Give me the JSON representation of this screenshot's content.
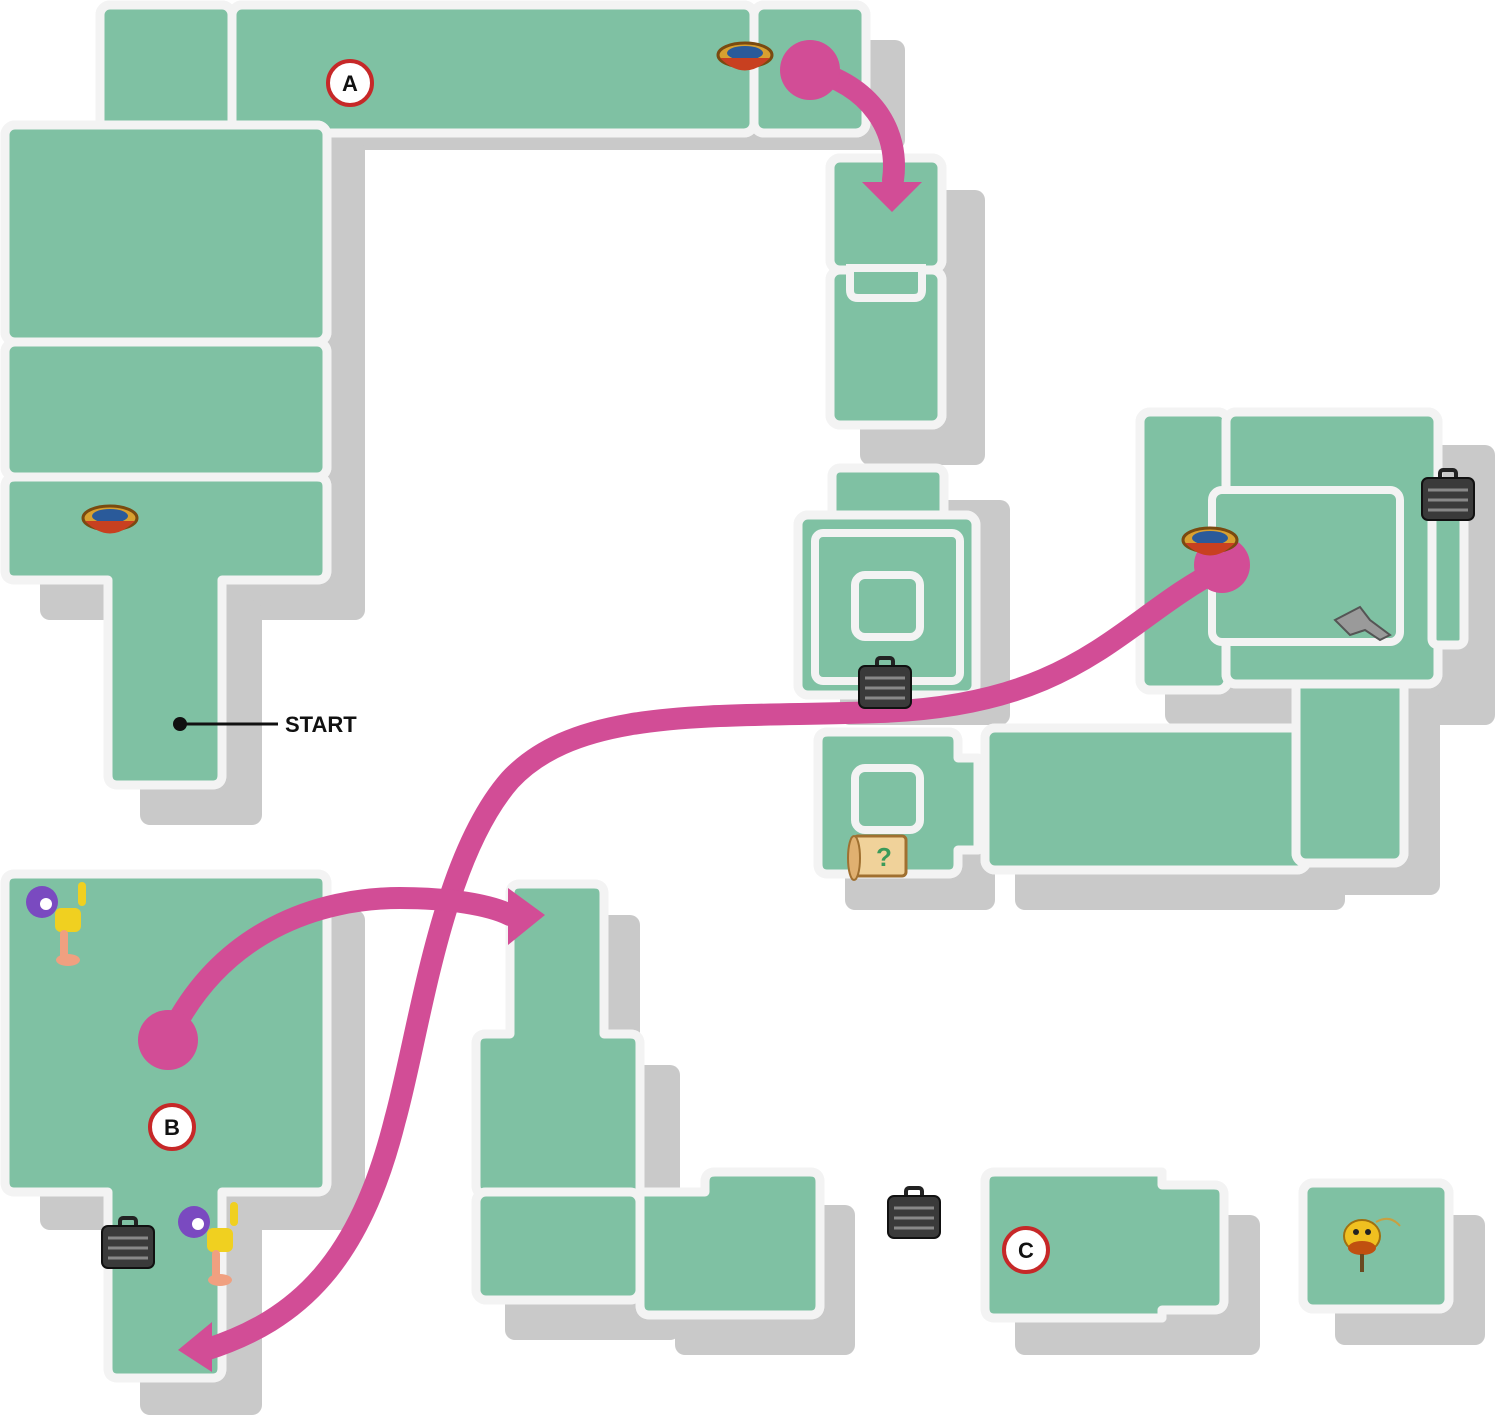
{
  "map": {
    "start_label": "START",
    "markers": [
      {
        "id": "A",
        "label": "A"
      },
      {
        "id": "B",
        "label": "B"
      },
      {
        "id": "C",
        "label": "C"
      }
    ],
    "items": [
      {
        "type": "treasure-pot",
        "icon": "pot-icon"
      },
      {
        "type": "treasure-pot",
        "icon": "pot-icon"
      },
      {
        "type": "treasure-pot",
        "icon": "pot-icon"
      },
      {
        "type": "briefcase",
        "icon": "briefcase-icon"
      },
      {
        "type": "briefcase",
        "icon": "briefcase-icon"
      },
      {
        "type": "briefcase",
        "icon": "briefcase-icon"
      },
      {
        "type": "briefcase",
        "icon": "briefcase-icon"
      },
      {
        "type": "scroll",
        "icon": "scroll-icon"
      },
      {
        "type": "metal-part",
        "icon": "metal-part-icon"
      },
      {
        "type": "character",
        "icon": "character-icon"
      },
      {
        "type": "character",
        "icon": "character-icon"
      },
      {
        "type": "creature",
        "icon": "creature-icon"
      }
    ],
    "colors": {
      "floor": "#7fc1a3",
      "floor_pattern": "#6db493",
      "floor_border": "#f3f3f3",
      "shadow": "#c9c9c9",
      "route": "#d24d96",
      "marker_ring": "#c62828"
    }
  }
}
